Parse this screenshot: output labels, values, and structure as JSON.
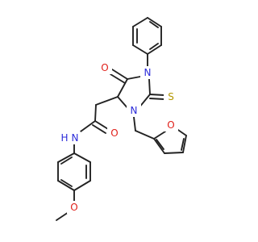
{
  "atoms": {
    "n_ring_top": "N",
    "n_ring_bottom": "N",
    "o_carbonyl_ring": "O",
    "s_thione": "S",
    "o_amide": "O",
    "n_amide": "N",
    "h_amide": "H",
    "o_furan": "O",
    "o_methoxy": "O"
  },
  "colors": {
    "bond": "#222222",
    "oxygen": "#e0201a",
    "nitrogen": "#2b2bd9",
    "sulfur": "#b39700",
    "background": "#ffffff"
  }
}
